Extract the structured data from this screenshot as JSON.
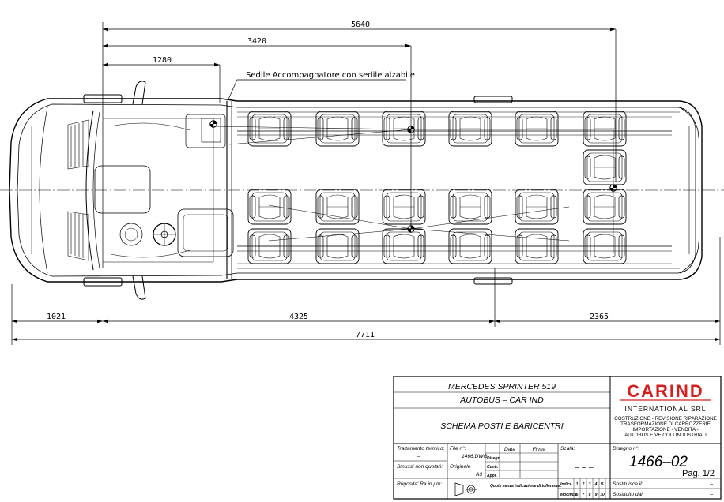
{
  "dimensions": {
    "top_overall": "5640",
    "top_mid": "3420",
    "top_short": "1280",
    "bottom_front": "1021",
    "bottom_wheelbase": "4325",
    "bottom_rear": "2365",
    "bottom_total": "7711"
  },
  "annotation": "Sedile Accompagnatore con sedile alzabile",
  "title_block": {
    "vehicle": "MERCEDES SPRINTER 519",
    "model": "AUTOBUS – CAR IND",
    "description": "SCHEMA POSTI E BARICENTRI",
    "trattamento_label": "Trattamento termico:",
    "trattamento_value": "–",
    "smussi_label": "Smussi non quotati:",
    "smussi_value": "–",
    "rugosita_label": "Rugosita' Ra in μm:",
    "file_label": "File n°:",
    "file_value": "1466.DWG",
    "originale_label": "Originale",
    "originale_value": "A3",
    "data_label": "Data",
    "firma_label": "Firma",
    "disegn_label": "Disegn.",
    "contr_label": "Contr.",
    "appr_label": "Appr.",
    "tolleranze_label": "Quote senza indicazione di tolleranza:",
    "scala_label": "Scala:",
    "scala_value": "– – –",
    "indice_label": "Indice",
    "modifica_label": "Modifica",
    "indice_numbers": [
      "1",
      "2",
      "3",
      "4",
      "5"
    ],
    "modifica_numbers": [
      "6",
      "7",
      "8",
      "9",
      "10"
    ],
    "disegno_label": "Disegno n°:",
    "disegno_value": "1466–02",
    "page_value": "Pag. 1/2",
    "sostituisce_label": "Sostituisce il:",
    "sostituisce_value": "–",
    "sostituito_label": "Sostituito dal:",
    "sostituito_value": "–"
  },
  "company": {
    "logo_main": "CARIND",
    "logo_sub": "INTERNATIONAL SRL",
    "desc_line1": "COSTRUZIONE - REVISIONE RIPARAZIONE",
    "desc_line2": "TRASFORMAZIONE DI CARROZZERIE",
    "desc_line3": "IMPORTAZIONE - VENDITA -",
    "desc_line4": "AUTOBUS E VEICOLI INDUSTRIALI",
    "logo_color": "#d62020"
  },
  "icons": [
    "seat-icon",
    "steering-wheel-icon",
    "center-of-gravity-icon",
    "projection-symbol-icon"
  ]
}
